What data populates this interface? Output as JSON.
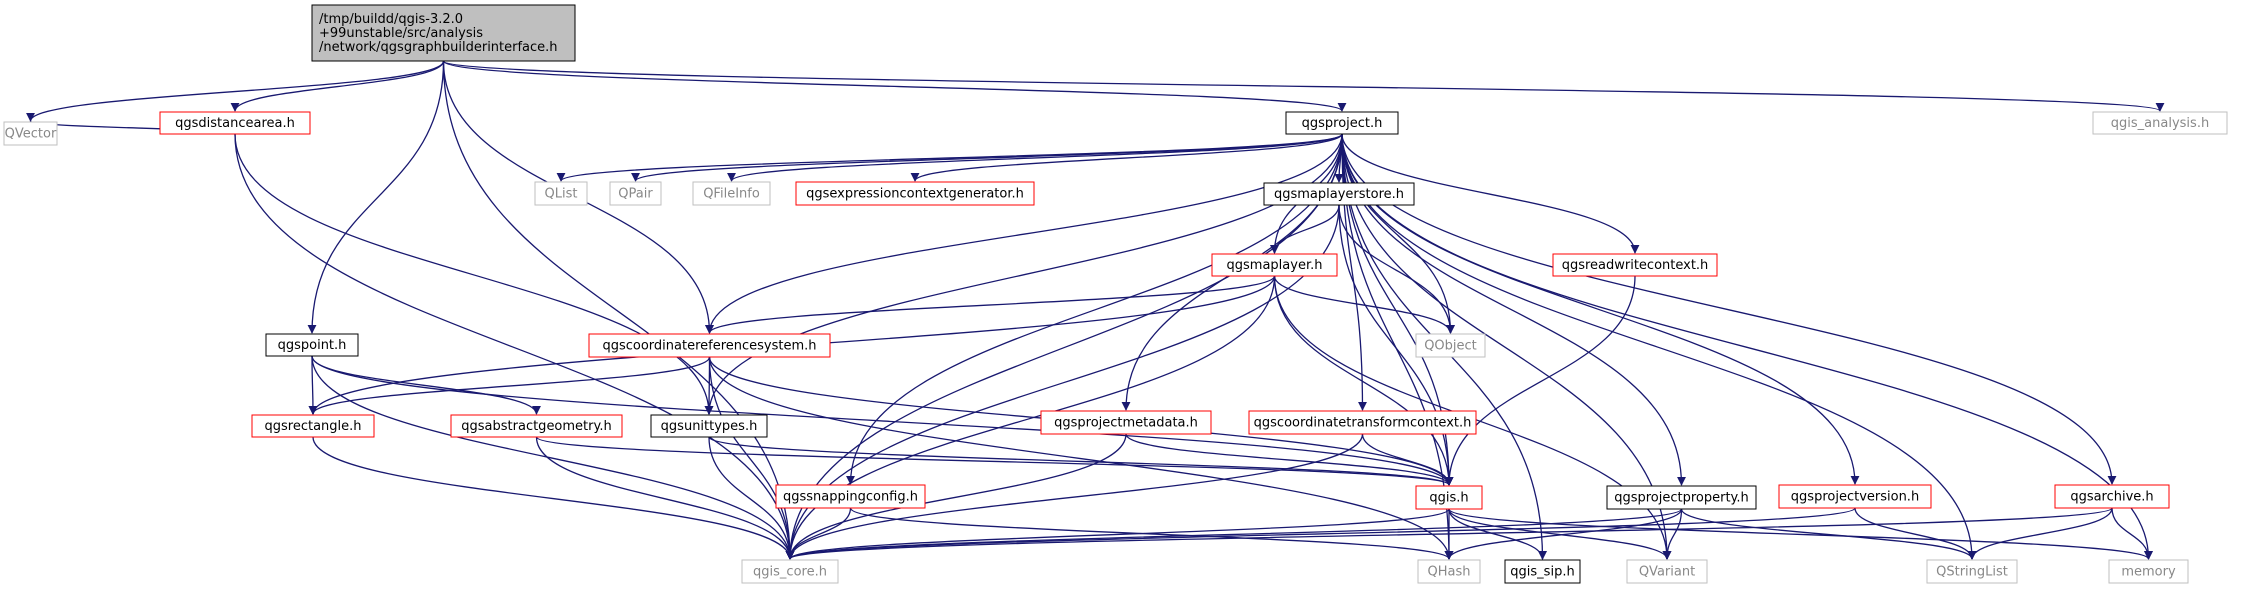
{
  "colors": {
    "edge": "#191970",
    "root_fill": "#bfbfbf",
    "root_border": "#000000",
    "documented_border": "#000000",
    "undocumented_border": "#ff0000",
    "external_border": "#bfbfbf",
    "external_text": "#888888"
  },
  "nodes": [
    {
      "id": "root",
      "lines": [
        "/tmp/buildd/qgis-3.2.0",
        "+99unstable/src/analysis",
        "/network/qgsgraphbuilderinterface.h"
      ],
      "kind": "root"
    },
    {
      "id": "qvector",
      "lines": [
        "QVector"
      ],
      "kind": "external"
    },
    {
      "id": "qgsdistancearea",
      "lines": [
        "qgsdistancearea.h"
      ],
      "kind": "undocumented"
    },
    {
      "id": "qgsproject",
      "lines": [
        "qgsproject.h"
      ],
      "kind": "documented"
    },
    {
      "id": "qgis_analysis",
      "lines": [
        "qgis_analysis.h"
      ],
      "kind": "external"
    },
    {
      "id": "qlist",
      "lines": [
        "QList"
      ],
      "kind": "external"
    },
    {
      "id": "qpair",
      "lines": [
        "QPair"
      ],
      "kind": "external"
    },
    {
      "id": "qfileinfo",
      "lines": [
        "QFileInfo"
      ],
      "kind": "external"
    },
    {
      "id": "qgsexprctx",
      "lines": [
        "qgsexpressioncontextgenerator.h"
      ],
      "kind": "undocumented"
    },
    {
      "id": "qgsmaplayerstore",
      "lines": [
        "qgsmaplayerstore.h"
      ],
      "kind": "documented"
    },
    {
      "id": "qgsreadwritectx",
      "lines": [
        "qgsreadwritecontext.h"
      ],
      "kind": "undocumented"
    },
    {
      "id": "qgsmaplayer",
      "lines": [
        "qgsmaplayer.h"
      ],
      "kind": "undocumented"
    },
    {
      "id": "qobject",
      "lines": [
        "QObject"
      ],
      "kind": "external"
    },
    {
      "id": "qgspoint",
      "lines": [
        "qgspoint.h"
      ],
      "kind": "documented"
    },
    {
      "id": "qgscrs",
      "lines": [
        "qgscoordinatereferencesystem.h"
      ],
      "kind": "undocumented"
    },
    {
      "id": "qgsrectangle",
      "lines": [
        "qgsrectangle.h"
      ],
      "kind": "undocumented"
    },
    {
      "id": "qgsabstractgeometry",
      "lines": [
        "qgsabstractgeometry.h"
      ],
      "kind": "undocumented"
    },
    {
      "id": "qgsunittypes",
      "lines": [
        "qgsunittypes.h"
      ],
      "kind": "documented"
    },
    {
      "id": "qgsprojectmetadata",
      "lines": [
        "qgsprojectmetadata.h"
      ],
      "kind": "undocumented"
    },
    {
      "id": "qgsctctx",
      "lines": [
        "qgscoordinatetransformcontext.h"
      ],
      "kind": "undocumented"
    },
    {
      "id": "qgis",
      "lines": [
        "qgis.h"
      ],
      "kind": "undocumented"
    },
    {
      "id": "qgssnappingconfig",
      "lines": [
        "qgssnappingconfig.h"
      ],
      "kind": "undocumented"
    },
    {
      "id": "qgsprojectproperty",
      "lines": [
        "qgsprojectproperty.h"
      ],
      "kind": "documented"
    },
    {
      "id": "qgsprojectversion",
      "lines": [
        "qgsprojectversion.h"
      ],
      "kind": "undocumented"
    },
    {
      "id": "qgsarchive",
      "lines": [
        "qgsarchive.h"
      ],
      "kind": "undocumented"
    },
    {
      "id": "qgis_core",
      "lines": [
        "qgis_core.h"
      ],
      "kind": "external"
    },
    {
      "id": "qhash",
      "lines": [
        "QHash"
      ],
      "kind": "external"
    },
    {
      "id": "qgis_sip",
      "lines": [
        "qgis_sip.h"
      ],
      "kind": "documented"
    },
    {
      "id": "qvariant",
      "lines": [
        "QVariant"
      ],
      "kind": "external"
    },
    {
      "id": "qstringlist",
      "lines": [
        "QStringList"
      ],
      "kind": "external"
    },
    {
      "id": "memory",
      "lines": [
        "memory"
      ],
      "kind": "external"
    }
  ],
  "edges": [
    [
      "root",
      "qvector"
    ],
    [
      "root",
      "qgsdistancearea"
    ],
    [
      "root",
      "qgspoint"
    ],
    [
      "root",
      "qgscrs"
    ],
    [
      "root",
      "qgsproject"
    ],
    [
      "root",
      "qgis_analysis"
    ],
    [
      "root",
      "qgis_core"
    ],
    [
      "qgsdistancearea",
      "qvector"
    ],
    [
      "qgsdistancearea",
      "qgis_core"
    ],
    [
      "qgsdistancearea",
      "qgsunittypes"
    ],
    [
      "qgsproject",
      "qlist"
    ],
    [
      "qgsproject",
      "qpair"
    ],
    [
      "qgsproject",
      "qfileinfo"
    ],
    [
      "qgsproject",
      "qgsexprctx"
    ],
    [
      "qgsproject",
      "qgsmaplayerstore"
    ],
    [
      "qgsproject",
      "qgsreadwritectx"
    ],
    [
      "qgsproject",
      "qgsmaplayer"
    ],
    [
      "qgsproject",
      "qobject"
    ],
    [
      "qgsproject",
      "qgscrs"
    ],
    [
      "qgsproject",
      "qgsunittypes"
    ],
    [
      "qgsproject",
      "qgsprojectmetadata"
    ],
    [
      "qgsproject",
      "qgsctctx"
    ],
    [
      "qgsproject",
      "qgis"
    ],
    [
      "qgsproject",
      "qgssnappingconfig"
    ],
    [
      "qgsproject",
      "qgsprojectproperty"
    ],
    [
      "qgsproject",
      "qgsprojectversion"
    ],
    [
      "qgsproject",
      "qgsarchive"
    ],
    [
      "qgsproject",
      "qgis_core"
    ],
    [
      "qgsproject",
      "qgis_sip"
    ],
    [
      "qgsproject",
      "qhash"
    ],
    [
      "qgsproject",
      "qvariant"
    ],
    [
      "qgsproject",
      "qstringlist"
    ],
    [
      "qgsproject",
      "memory"
    ],
    [
      "qgsmaplayerstore",
      "qgsmaplayer"
    ],
    [
      "qgsmaplayerstore",
      "qobject"
    ],
    [
      "qgsmaplayerstore",
      "qgis"
    ],
    [
      "qgsmaplayerstore",
      "qgis_core"
    ],
    [
      "qgsmaplayer",
      "qobject"
    ],
    [
      "qgsmaplayer",
      "qgscrs"
    ],
    [
      "qgsmaplayer",
      "qgsrectangle"
    ],
    [
      "qgsmaplayer",
      "qgis"
    ],
    [
      "qgsmaplayer",
      "qgis_core"
    ],
    [
      "qgsmaplayer",
      "qvariant"
    ],
    [
      "qgsreadwritectx",
      "qgis"
    ],
    [
      "qgspoint",
      "qgsrectangle"
    ],
    [
      "qgspoint",
      "qgsabstractgeometry"
    ],
    [
      "qgspoint",
      "qgis"
    ],
    [
      "qgspoint",
      "qgis_core"
    ],
    [
      "qgscrs",
      "qgsrectangle"
    ],
    [
      "qgscrs",
      "qgsunittypes"
    ],
    [
      "qgscrs",
      "qgis"
    ],
    [
      "qgscrs",
      "qgis_core"
    ],
    [
      "qgscrs",
      "qhash"
    ],
    [
      "qgsrectangle",
      "qgis_core"
    ],
    [
      "qgsabstractgeometry",
      "qgis"
    ],
    [
      "qgsabstractgeometry",
      "qgis_core"
    ],
    [
      "qgsunittypes",
      "qgis"
    ],
    [
      "qgsunittypes",
      "qgis_core"
    ],
    [
      "qgsprojectmetadata",
      "qgis"
    ],
    [
      "qgsprojectmetadata",
      "qgis_core"
    ],
    [
      "qgsctctx",
      "qgis"
    ],
    [
      "qgsctctx",
      "qgis_core"
    ],
    [
      "qgis",
      "qgis_core"
    ],
    [
      "qgis",
      "qhash"
    ],
    [
      "qgis",
      "qgis_sip"
    ],
    [
      "qgis",
      "qvariant"
    ],
    [
      "qgis",
      "memory"
    ],
    [
      "qgssnappingconfig",
      "qgis_core"
    ],
    [
      "qgssnappingconfig",
      "qhash"
    ],
    [
      "qgsprojectproperty",
      "qgis_core"
    ],
    [
      "qgsprojectproperty",
      "qhash"
    ],
    [
      "qgsprojectproperty",
      "qvariant"
    ],
    [
      "qgsprojectproperty",
      "qstringlist"
    ],
    [
      "qgsprojectversion",
      "qgis_core"
    ],
    [
      "qgsprojectversion",
      "qstringlist"
    ],
    [
      "qgsarchive",
      "qgis_core"
    ],
    [
      "qgsarchive",
      "qstringlist"
    ],
    [
      "qgsarchive",
      "memory"
    ]
  ]
}
